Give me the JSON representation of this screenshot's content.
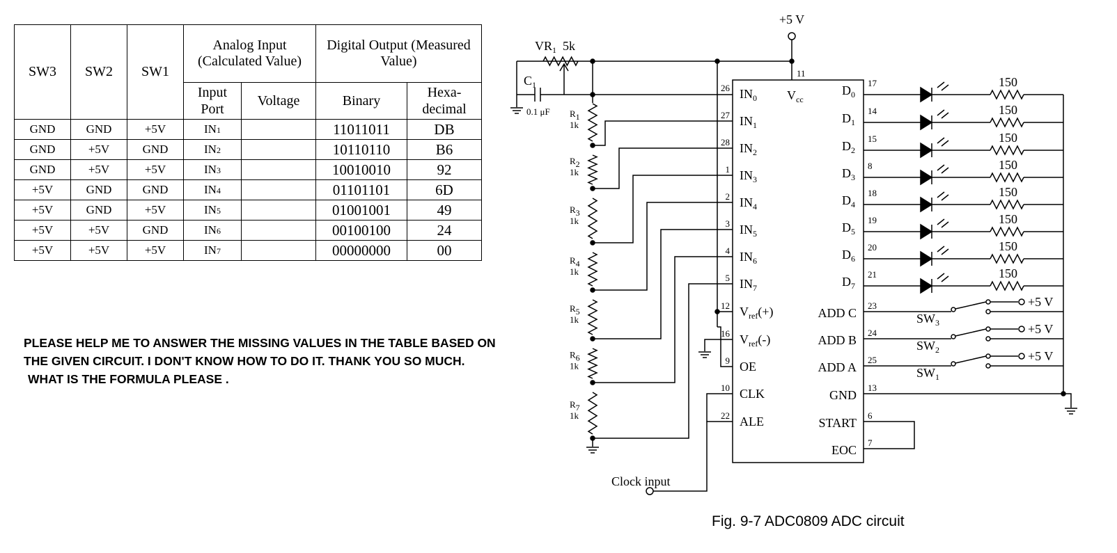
{
  "table": {
    "headers": {
      "sw3": "SW3",
      "sw2": "SW2",
      "sw1": "SW1",
      "analog_input": "Analog Input (Calculated Value)",
      "digital_output": "Digital Output (Measured Value)",
      "input_port": "Input Port",
      "voltage": "Voltage",
      "binary": "Binary",
      "hexadecimal": "Hexa-decimal"
    },
    "rows": [
      {
        "sw3": "GND",
        "sw2": "GND",
        "sw1": "+5V",
        "port": "IN1",
        "voltage": "",
        "binary": "11011011",
        "hex": "DB"
      },
      {
        "sw3": "GND",
        "sw2": "+5V",
        "sw1": "GND",
        "port": "IN2",
        "voltage": "",
        "binary": "10110110",
        "hex": "B6"
      },
      {
        "sw3": "GND",
        "sw2": "+5V",
        "sw1": "+5V",
        "port": "IN3",
        "voltage": "",
        "binary": "10010010",
        "hex": "92"
      },
      {
        "sw3": "+5V",
        "sw2": "GND",
        "sw1": "GND",
        "port": "IN4",
        "voltage": "",
        "binary": "01101101",
        "hex": "6D"
      },
      {
        "sw3": "+5V",
        "sw2": "GND",
        "sw1": "+5V",
        "port": "IN5",
        "voltage": "",
        "binary": "01001001",
        "hex": "49"
      },
      {
        "sw3": "+5V",
        "sw2": "+5V",
        "sw1": "GND",
        "port": "IN6",
        "voltage": "",
        "binary": "00100100",
        "hex": "24"
      },
      {
        "sw3": "+5V",
        "sw2": "+5V",
        "sw1": "+5V",
        "port": "IN7",
        "voltage": "",
        "binary": "00000000",
        "hex": "00"
      }
    ]
  },
  "question": {
    "line1": "PLEASE HELP ME TO ANSWER THE MISSING VALUES IN THE TABLE BASED ON",
    "line2": "THE GIVEN CIRCUIT. I DON'T KNOW HOW TO DO IT. THANK YOU SO MUCH.",
    "line3": "WHAT IS THE FORMULA PLEASE ."
  },
  "circuit": {
    "supply": "+5 V",
    "vr1": "VR1 5k",
    "c1": "C1",
    "c1_value": "0.1 μF",
    "resistors": [
      {
        "name": "R1",
        "value": "1k"
      },
      {
        "name": "R2",
        "value": "1k"
      },
      {
        "name": "R3",
        "value": "1k"
      },
      {
        "name": "R4",
        "value": "1k"
      },
      {
        "name": "R5",
        "value": "1k"
      },
      {
        "name": "R6",
        "value": "1k"
      },
      {
        "name": "R7",
        "value": "1k"
      }
    ],
    "left_pins": [
      {
        "num": "26",
        "name": "IN0"
      },
      {
        "num": "27",
        "name": "IN1"
      },
      {
        "num": "28",
        "name": "IN2"
      },
      {
        "num": "1",
        "name": "IN3"
      },
      {
        "num": "2",
        "name": "IN4"
      },
      {
        "num": "3",
        "name": "IN5"
      },
      {
        "num": "4",
        "name": "IN6"
      },
      {
        "num": "5",
        "name": "IN7"
      },
      {
        "num": "12",
        "name": "Vref(+)"
      },
      {
        "num": "16",
        "name": "Vref(-)"
      },
      {
        "num": "9",
        "name": "OE"
      },
      {
        "num": "10",
        "name": "CLK"
      },
      {
        "num": "22",
        "name": "ALE"
      }
    ],
    "vcc_pin": {
      "num": "11",
      "name": "Vcc"
    },
    "right_pins": [
      {
        "num": "17",
        "name": "D0"
      },
      {
        "num": "14",
        "name": "D1"
      },
      {
        "num": "15",
        "name": "D2"
      },
      {
        "num": "8",
        "name": "D3"
      },
      {
        "num": "18",
        "name": "D4"
      },
      {
        "num": "19",
        "name": "D5"
      },
      {
        "num": "20",
        "name": "D6"
      },
      {
        "num": "21",
        "name": "D7"
      },
      {
        "num": "23",
        "name": "ADD C"
      },
      {
        "num": "24",
        "name": "ADD B"
      },
      {
        "num": "25",
        "name": "ADD A"
      },
      {
        "num": "13",
        "name": "GND"
      },
      {
        "num": "6",
        "name": "START"
      },
      {
        "num": "7",
        "name": "EOC"
      }
    ],
    "led_resistor": "150",
    "switches": [
      "SW3",
      "SW2",
      "SW1"
    ],
    "switch_supply": "+5 V",
    "clock_input": "Clock input",
    "caption": "Fig. 9-7    ADC0809 ADC circuit"
  }
}
